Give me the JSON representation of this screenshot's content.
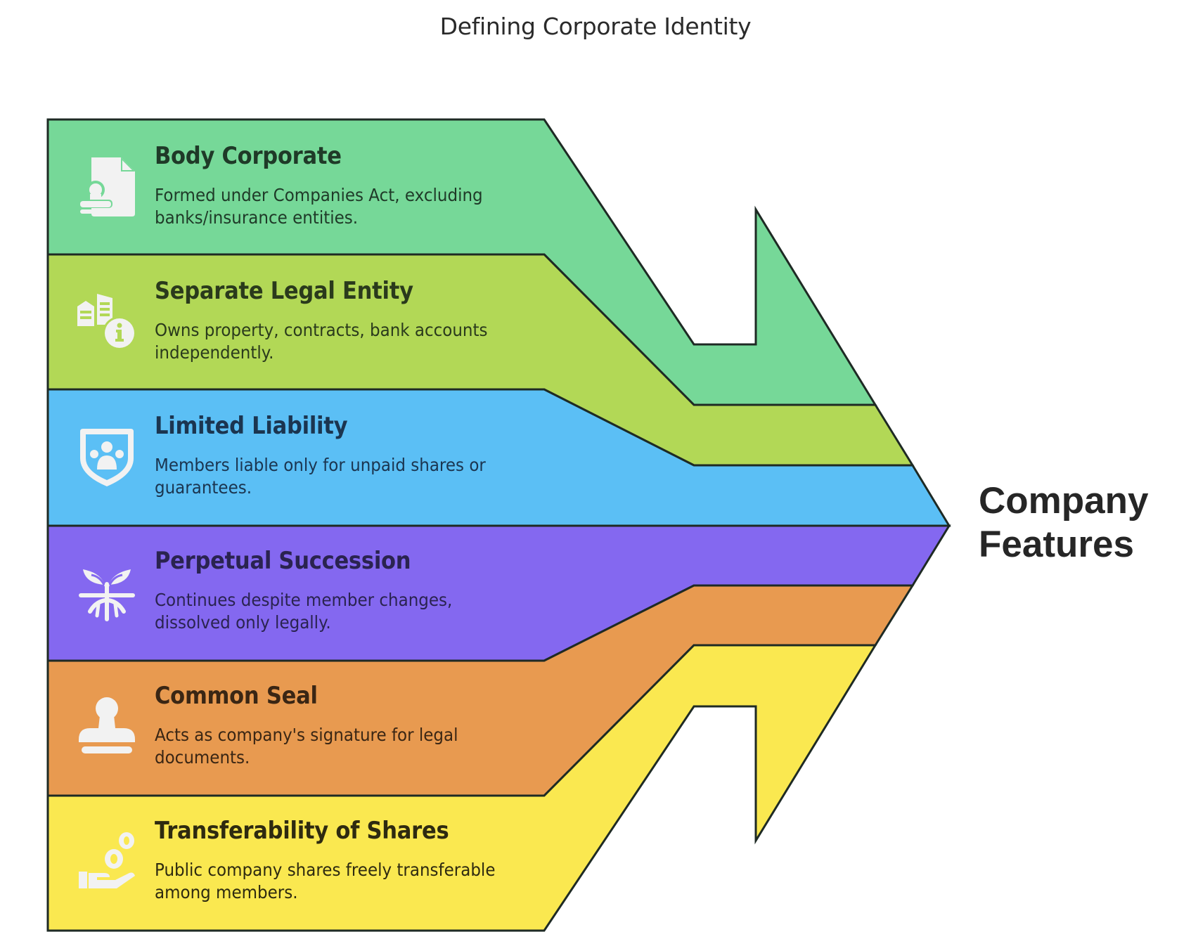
{
  "title": "Defining Corporate Identity",
  "hub": {
    "line1": "Company",
    "line2": "Features"
  },
  "stroke_color": "#1e2a24",
  "icon_color": "#f2f2f2",
  "items": [
    {
      "heading": "Body Corporate",
      "description": "Formed under Companies Act, excluding banks/insurance entities.",
      "icon": "document-stamp-icon",
      "fill": "#76d898",
      "text_color": "#1f3a28"
    },
    {
      "heading": "Separate Legal Entity",
      "description": "Owns property, contracts, bank accounts independently.",
      "icon": "buildings-info-icon",
      "fill": "#b2d856",
      "text_color": "#2a3a1c"
    },
    {
      "heading": "Limited Liability",
      "description": "Members liable only for unpaid shares or guarantees.",
      "icon": "shield-people-icon",
      "fill": "#5bbff5",
      "text_color": "#1b3550"
    },
    {
      "heading": "Perpetual Succession",
      "description": "Continues despite member changes, dissolved only legally.",
      "icon": "sprout-roots-icon",
      "fill": "#8468f0",
      "text_color": "#2a2350"
    },
    {
      "heading": "Common Seal",
      "description": "Acts as company's signature for legal documents.",
      "icon": "stamp-icon",
      "fill": "#e89a50",
      "text_color": "#3a2614"
    },
    {
      "heading": "Transferability of Shares",
      "description": "Public company shares freely transferable among members.",
      "icon": "hand-coins-icon",
      "fill": "#fae850",
      "text_color": "#2e2a10"
    }
  ]
}
